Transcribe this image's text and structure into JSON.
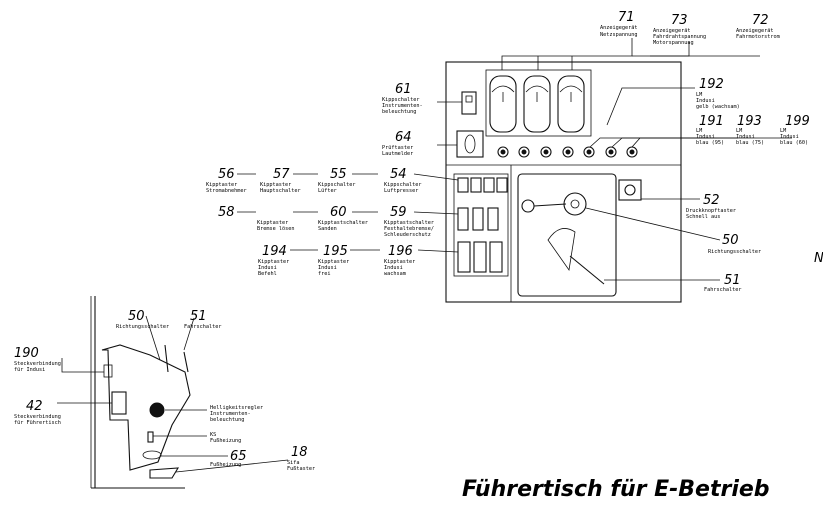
{
  "title": "Führertisch für E-Betrieb",
  "edge_marks": [
    "N"
  ],
  "labels": [
    {
      "id": "71",
      "num": "71",
      "cap": [
        "Anzeigegerät",
        "Netzspannung"
      ]
    },
    {
      "id": "73",
      "num": "73",
      "cap": [
        "Anzeigegerät",
        "Fahrdrahtspannung",
        "Motorspannung"
      ]
    },
    {
      "id": "72",
      "num": "72",
      "cap": [
        "Anzeigegerät",
        "Fahrmotorstrom"
      ]
    },
    {
      "id": "192",
      "num": "192",
      "cap": [
        "LM",
        "Indusi",
        "gelb (wachsam)"
      ]
    },
    {
      "id": "191",
      "num": "191",
      "cap": [
        "LM",
        "Indusi",
        "blau (95)"
      ]
    },
    {
      "id": "193",
      "num": "193",
      "cap": [
        "LM",
        "Indusi",
        "blau (75)"
      ]
    },
    {
      "id": "199",
      "num": "199",
      "cap": [
        "LM",
        "Indusi",
        "blau (60)"
      ]
    },
    {
      "id": "61",
      "num": "61",
      "cap": [
        "Kippschalter",
        "Instrumenten-",
        "beleuchtung"
      ]
    },
    {
      "id": "64",
      "num": "64",
      "cap": [
        "Prüftaster",
        "Lautmelder"
      ]
    },
    {
      "id": "56",
      "num": "56",
      "cap": [
        "Kipptaster",
        "Stromabnehmer"
      ]
    },
    {
      "id": "57",
      "num": "57",
      "cap": [
        "Kipptaster",
        "Hauptschalter"
      ]
    },
    {
      "id": "55",
      "num": "55",
      "cap": [
        "Kippschalter",
        "Lüfter"
      ]
    },
    {
      "id": "54",
      "num": "54",
      "cap": [
        "Kippschalter",
        "Luftpresser"
      ]
    },
    {
      "id": "52",
      "num": "52",
      "cap": [
        "Druckknopftaster",
        "Schnell aus"
      ]
    },
    {
      "id": "58",
      "num": "58",
      "cap": [
        "Kipptaster",
        "Bremse lösen"
      ]
    },
    {
      "id": "60",
      "num": "60",
      "cap": [
        "Kipptastschalter",
        "Sanden"
      ]
    },
    {
      "id": "59",
      "num": "59",
      "cap": [
        "Kipptastschalter",
        "Festhaltebremse/",
        "Schleuderschutz"
      ]
    },
    {
      "id": "50",
      "num": "50",
      "cap": [
        "Richtungsschalter"
      ]
    },
    {
      "id": "194",
      "num": "194",
      "cap": [
        "Kipptaster",
        "Indusi",
        "Befehl"
      ]
    },
    {
      "id": "195",
      "num": "195",
      "cap": [
        "Kipptaster",
        "Indusi",
        "frei"
      ]
    },
    {
      "id": "196",
      "num": "196",
      "cap": [
        "Kipptaster",
        "Indusi",
        "wachsam"
      ]
    },
    {
      "id": "51",
      "num": "51",
      "cap": [
        "Fahrschalter"
      ]
    },
    {
      "id": "s50",
      "num": "50",
      "cap": [
        "Richtungsschalter"
      ]
    },
    {
      "id": "s51",
      "num": "51",
      "cap": [
        "Fahrschalter"
      ]
    },
    {
      "id": "190",
      "num": "190",
      "cap": [
        "Steckverbindung",
        "für Indusi"
      ]
    },
    {
      "id": "42",
      "num": "42",
      "cap": [
        "Steckverbindung",
        "für Führertisch"
      ]
    },
    {
      "id": "hell",
      "num": "",
      "cap": [
        "Helligkeitsregler",
        "Instrumenten-",
        "beleuchtung"
      ]
    },
    {
      "id": "ks",
      "num": "",
      "cap": [
        "KS",
        "Fußheizung"
      ]
    },
    {
      "id": "65",
      "num": "65",
      "cap": [
        "Fußheizung"
      ]
    },
    {
      "id": "18",
      "num": "18",
      "cap": [
        "Sifa",
        "Fußtaster"
      ]
    }
  ]
}
